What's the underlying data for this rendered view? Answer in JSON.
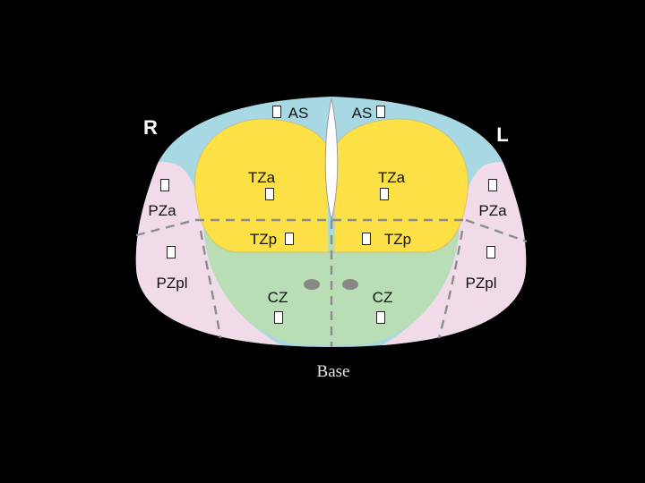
{
  "diagram": {
    "side_labels": {
      "right": "R",
      "left": "L"
    },
    "base_label": "Base",
    "zones": {
      "as_right": "AS",
      "as_left": "AS",
      "tza_right": "TZa",
      "tza_left": "TZa",
      "pza_right": "PZa",
      "pza_left": "PZa",
      "tzp_right": "TZp",
      "tzp_left": "TZp",
      "pzpl_right": "PZpl",
      "pzpl_left": "PZpl",
      "cz_right": "CZ",
      "cz_left": "CZ"
    },
    "colors": {
      "background": "#000000",
      "anterior_stroma": "#a8d8e4",
      "transition_zone": "#fde046",
      "central_zone": "#b9ddb4",
      "peripheral_zone": "#f2dbe8",
      "dashed_line": "#8c8c8c",
      "duct_dots": "#888888"
    }
  }
}
